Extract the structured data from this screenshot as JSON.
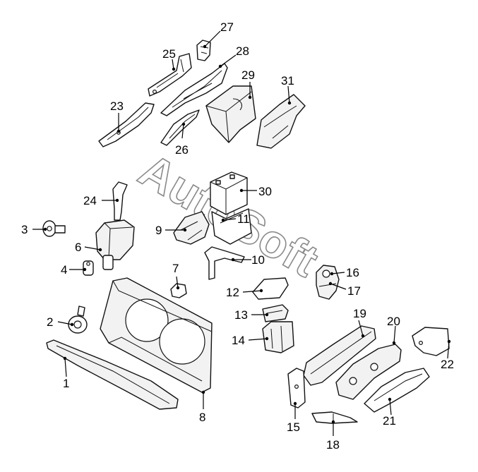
{
  "watermark": "AutoSoft",
  "callouts": [
    "1",
    "2",
    "3",
    "4",
    "6",
    "7",
    "8",
    "9",
    "10",
    "11",
    "12",
    "13",
    "14",
    "15",
    "16",
    "17",
    "18",
    "19",
    "20",
    "21",
    "22",
    "23",
    "24",
    "25",
    "26",
    "27",
    "28",
    "29",
    "30",
    "31"
  ],
  "colors": {
    "line": "#111111",
    "watermark": "#8a8a8a",
    "background": "#ffffff"
  }
}
